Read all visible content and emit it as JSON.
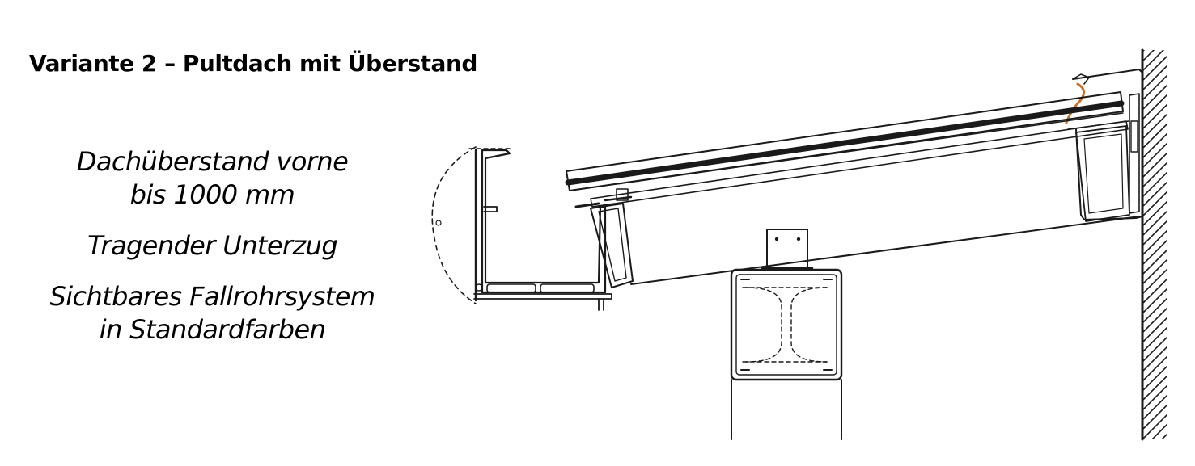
{
  "title": "Variante 2 – Pultdach mit Überstand",
  "notes": [
    [
      "Dachüberstand vorne",
      "bis 1000 mm"
    ],
    [
      "Tragender Unterzug"
    ],
    [
      "Sichtbares Fallrohrsystem",
      "in Standardfarben"
    ]
  ],
  "colors": {
    "line": "#1a1a1a",
    "seal": "#c9712a"
  }
}
